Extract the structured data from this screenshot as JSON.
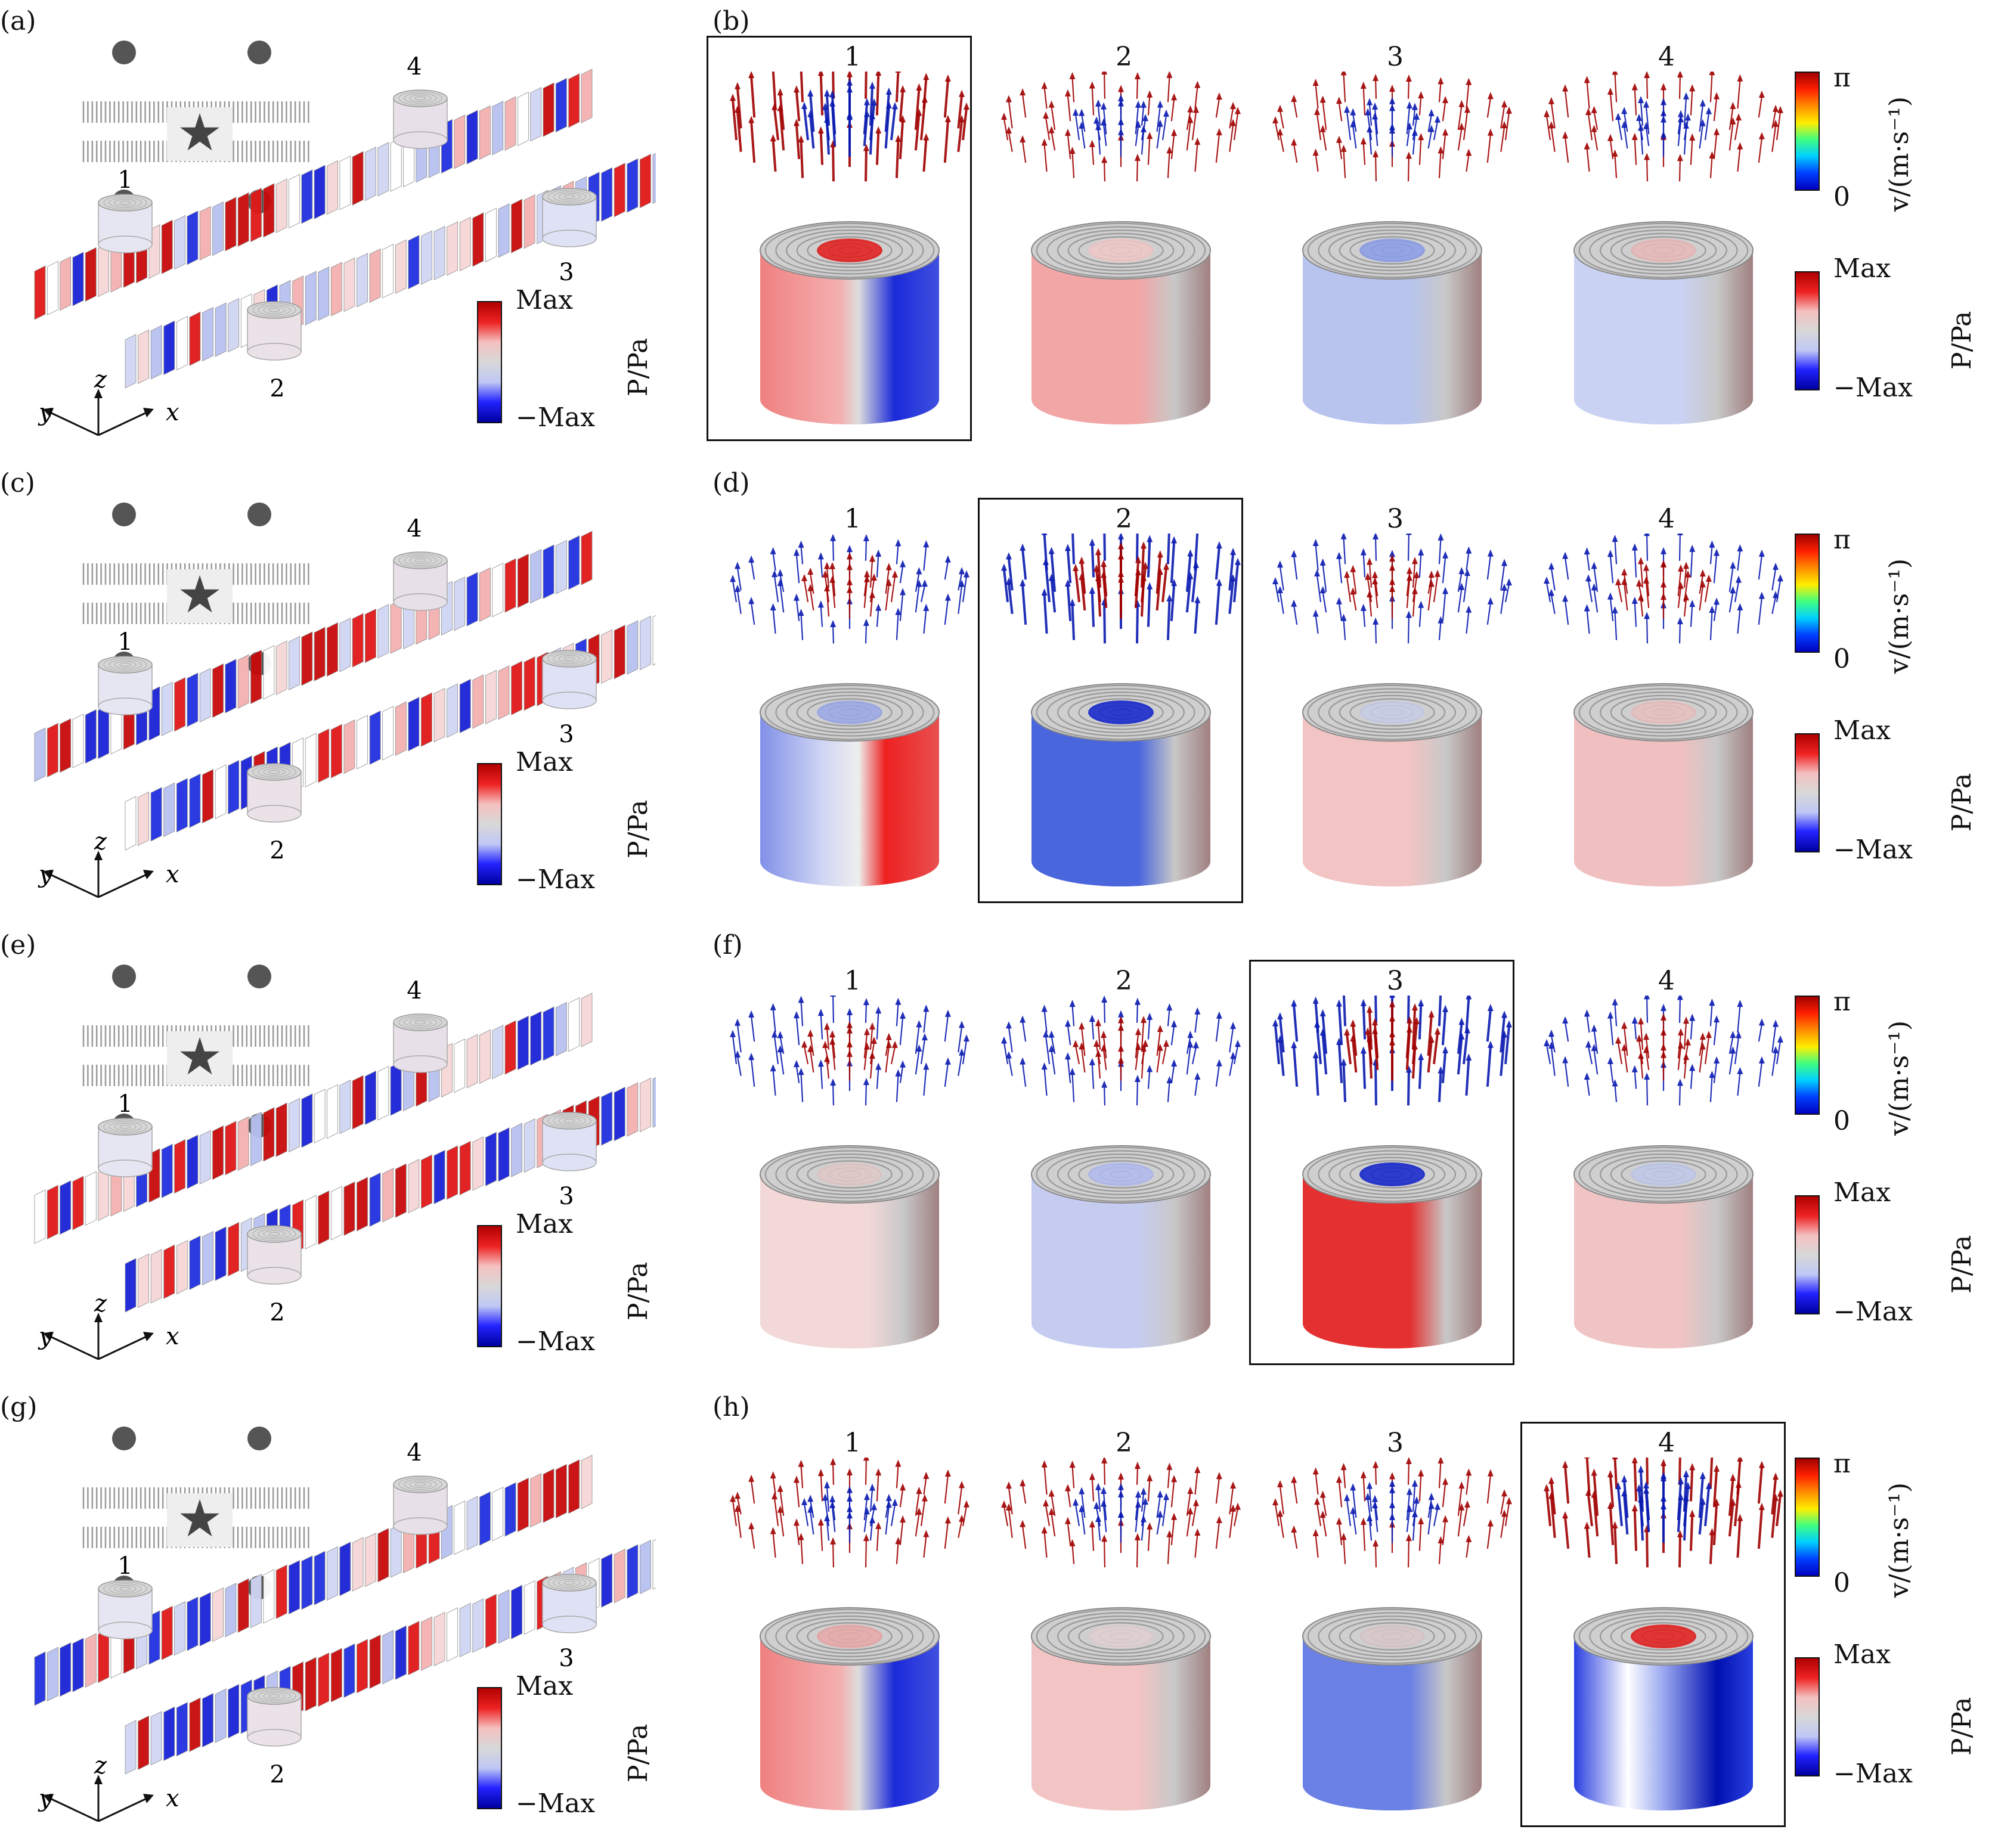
{
  "panels": {
    "a": "(a)",
    "b": "(b)",
    "c": "(c)",
    "d": "(d)",
    "e": "(e)",
    "f": "(f)",
    "g": "(g)",
    "h": "(h)"
  },
  "lattice": {
    "site_labels": [
      "1",
      "2",
      "3",
      "4"
    ],
    "axes": {
      "x": "x",
      "y": "y",
      "z": "z"
    },
    "star_glyph": "★"
  },
  "colorbars": {
    "pressure": {
      "max": "Max",
      "min": "−Max",
      "label": "P/Pa"
    },
    "velocity": {
      "max": "π",
      "min": "0",
      "label": "v/(m·s⁻¹)"
    }
  },
  "resonators": {
    "labels": [
      "1",
      "2",
      "3",
      "4"
    ]
  },
  "rows": [
    {
      "lattice_panel": "a",
      "resonator_panel": "b",
      "highlight": 1,
      "cylinder_tints": [
        "dipole",
        "#f2a6a6",
        "#b8c4ee",
        "#c9d2f2"
      ],
      "top_tints": [
        "#e21a1a",
        "#f0c8c8",
        "#8b9ce8",
        "#e8b8b8"
      ],
      "arrow_outer": [
        "#a00000",
        "#a00000",
        "#a00000",
        "#a00000"
      ],
      "arrow_inner": [
        "#0a1ab0",
        "#0a1ab0",
        "#0a1ab0",
        "#0a1ab0"
      ]
    },
    {
      "lattice_panel": "c",
      "resonator_panel": "d",
      "highlight": 2,
      "cylinder_tints": [
        "dipole2",
        "#4a66dd",
        "#f2c4c4",
        "#f0c0c0"
      ],
      "top_tints": [
        "#9aa8e6",
        "#1022cc",
        "#c8cde8",
        "#e8c0c0"
      ],
      "arrow_outer": [
        "#0a1ab0",
        "#0a1ab0",
        "#0a1ab0",
        "#0a1ab0"
      ],
      "arrow_inner": [
        "#a00000",
        "#a00000",
        "#a00000",
        "#a00000"
      ]
    },
    {
      "lattice_panel": "e",
      "resonator_panel": "f",
      "highlight": 3,
      "cylinder_tints": [
        "#f3d8d8",
        "#c6ccf0",
        "#e43030",
        "#f0c4c4"
      ],
      "top_tints": [
        "#e0c8c8",
        "#b0baf0",
        "#1022cc",
        "#c0c8e8"
      ],
      "arrow_outer": [
        "#0a1ab0",
        "#0a1ab0",
        "#0a1ab0",
        "#0a1ab0"
      ],
      "arrow_inner": [
        "#a00000",
        "#a00000",
        "#a00000",
        "#a00000"
      ]
    },
    {
      "lattice_panel": "g",
      "resonator_panel": "h",
      "highlight": 4,
      "cylinder_tints": [
        "dipole",
        "#f2c4c4",
        "#6a80e4",
        "strong"
      ],
      "top_tints": [
        "#e8a8a8",
        "#e0d0d0",
        "#d8c8c8",
        "#e21a1a"
      ],
      "arrow_outer": [
        "#a00000",
        "#a00000",
        "#a00000",
        "#a00000"
      ],
      "arrow_inner": [
        "#0a1ab0",
        "#0a1ab0",
        "#0a1ab0",
        "#0a1ab0"
      ]
    }
  ]
}
